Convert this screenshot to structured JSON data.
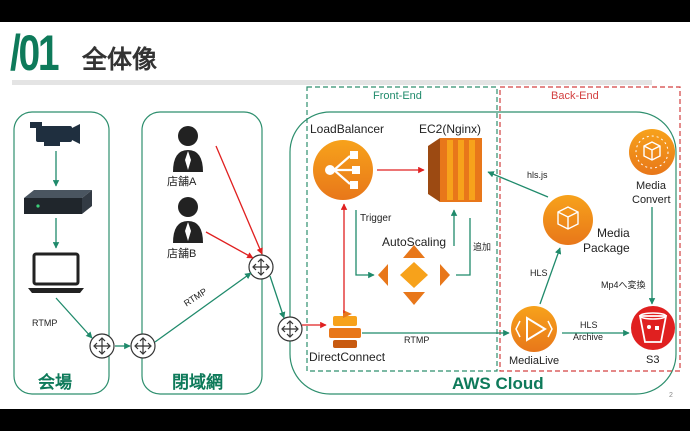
{
  "slide": {
    "number_prefix": "/01",
    "title": "全体像",
    "page_number": "2"
  },
  "zones": {
    "venue": "会場",
    "closed_network": "閉域網",
    "aws_cloud": "AWS Cloud",
    "front_end": "Front-End",
    "back_end": "Back-End"
  },
  "labels": {
    "store_a": "店舗A",
    "store_b": "店舗B",
    "rtmp_venue": "RTMP",
    "rtmp_closed": "RTMP",
    "rtmp_dc": "RTMP",
    "load_balancer": "LoadBalancer",
    "ec2": "EC2(Nginx)",
    "trigger": "Trigger",
    "autoscaling": "AutoScaling",
    "add": "追加",
    "hls_js": "hls.js",
    "media_package_line1": "Media",
    "media_package_line2": "Package",
    "media_convert_line1": "Media",
    "media_convert_line2": "Convert",
    "hls_up": "HLS",
    "mp4_convert": "Mp4へ変換",
    "hls_archive_line1": "HLS",
    "hls_archive_line2": "Archive",
    "direct_connect": "DirectConnect",
    "media_live": "MediaLive",
    "s3": "S3"
  },
  "colors": {
    "green": "#1f8a6b",
    "dark_green": "#0b6b4f",
    "red": "#e02020",
    "aws_orange": "#f08c1a"
  },
  "icons": [
    "video-camera-icon",
    "encoder-box-icon",
    "laptop-icon",
    "person-icon",
    "router-icon",
    "load-balancer-icon",
    "ec2-instance-icon",
    "autoscaling-icon",
    "direct-connect-icon",
    "media-package-icon",
    "media-convert-icon",
    "media-live-icon",
    "s3-bucket-icon"
  ]
}
